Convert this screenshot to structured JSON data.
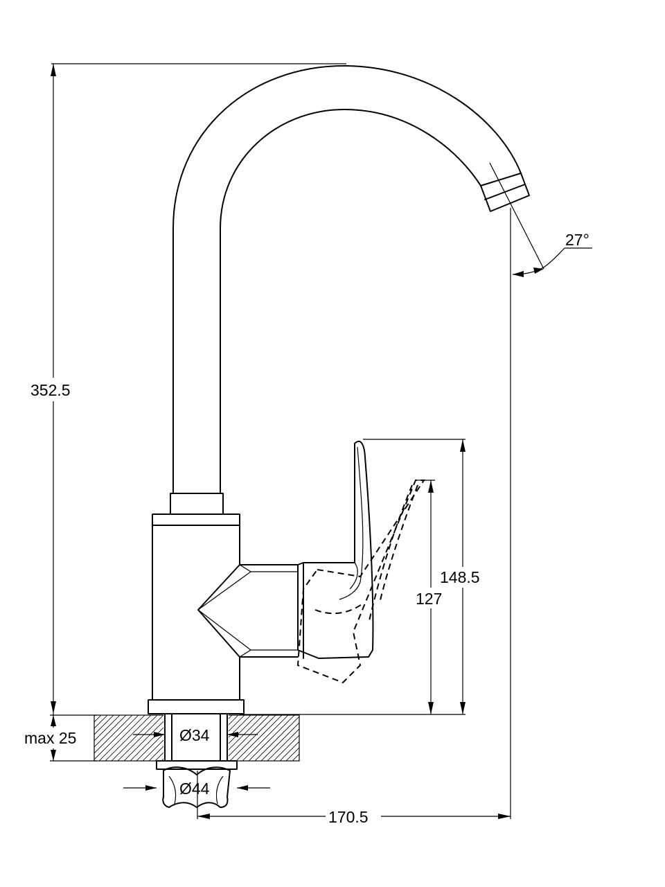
{
  "dimensions": {
    "total_height": "352.5",
    "handle_height": "148.5",
    "handle_height_inner": "127",
    "counter_thickness": "max 25",
    "inner_diameter": "Ø34",
    "outer_diameter": "Ø44",
    "spout_reach": "170.5",
    "spout_angle": "27°"
  }
}
